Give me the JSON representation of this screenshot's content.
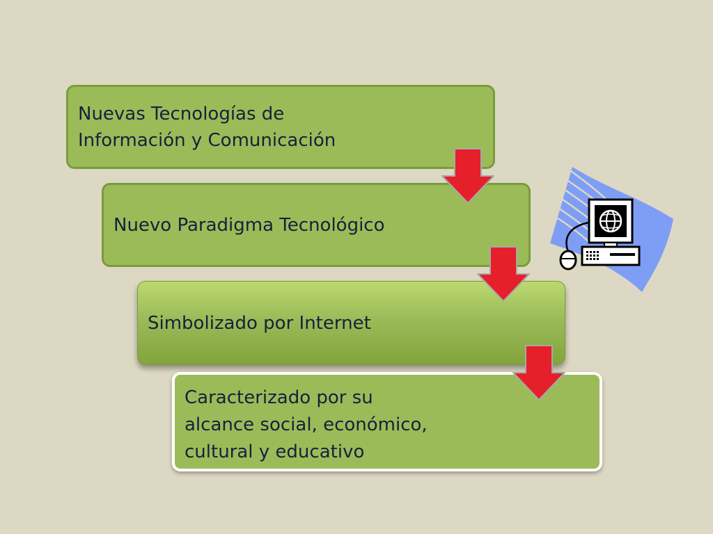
{
  "steps": [
    {
      "label": "Nuevas Tecnologías de\nInformación y Comunicación"
    },
    {
      "label": "Nuevo Paradigma Tecnológico"
    },
    {
      "label": "Simbolizado por Internet"
    },
    {
      "label": "Caracterizado por su\nalcance social, económico,\ncultural y educativo"
    }
  ],
  "icons": {
    "arrow": "down-arrow-icon",
    "clipart": "computer-globe-icon"
  },
  "colors": {
    "background": "#ddd8c4",
    "box_fill": "#9bbb59",
    "arrow": "#e5202a",
    "text": "#16213a"
  }
}
